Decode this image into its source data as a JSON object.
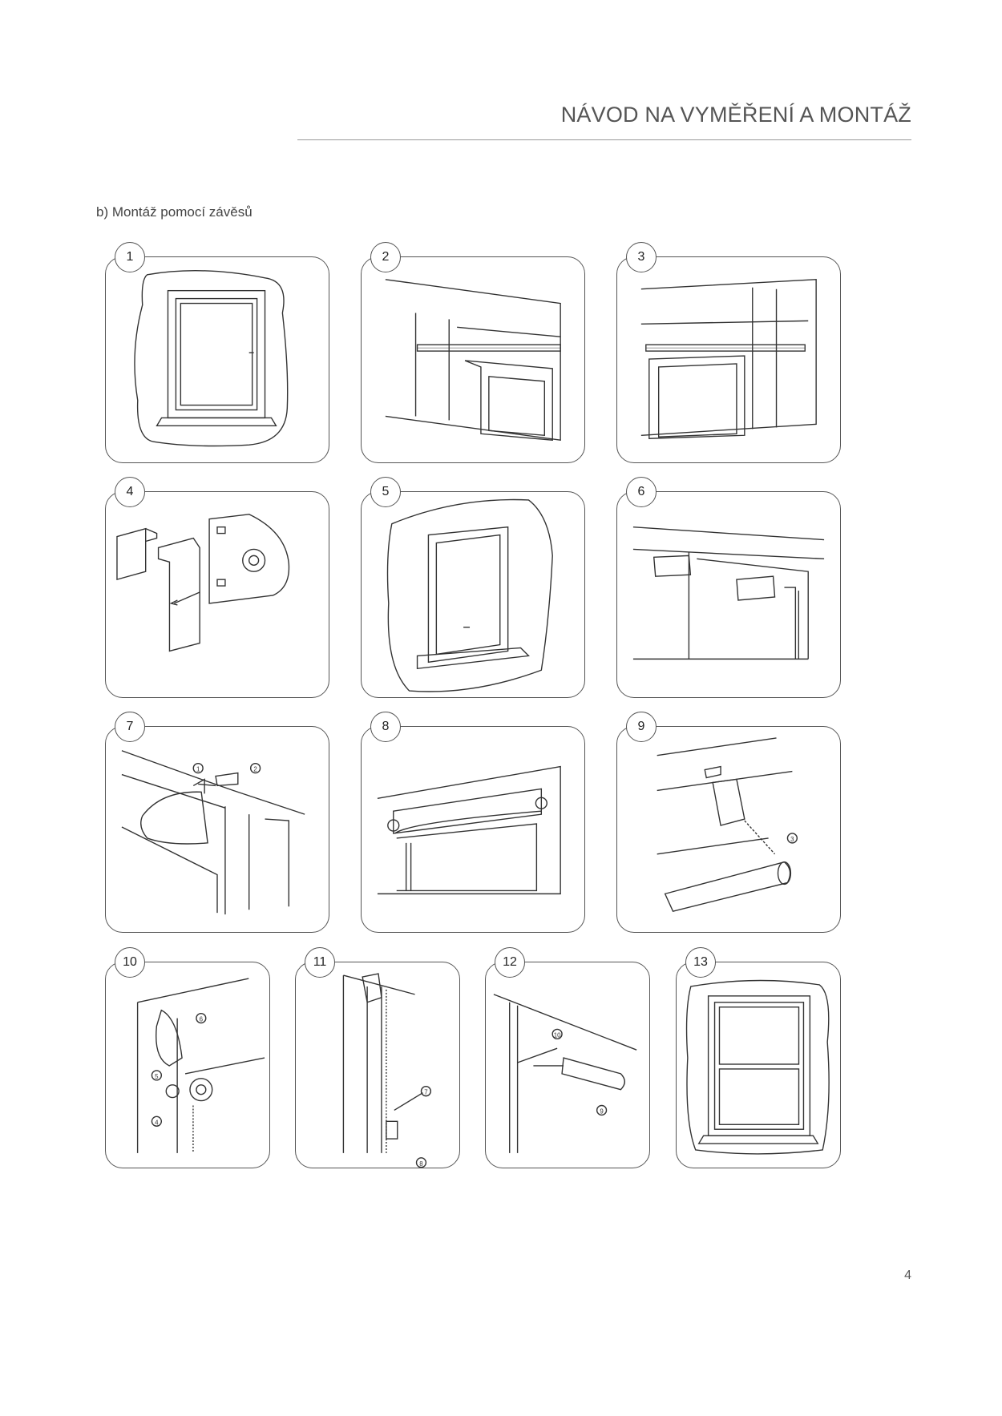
{
  "header": {
    "title": "NÁVOD NA VYMĚŘENÍ A MONTÁŽ"
  },
  "section": {
    "subtitle": "b) Montáž pomocí závěsů"
  },
  "steps": [
    {
      "number": "1",
      "icon": "window-frame-icon"
    },
    {
      "number": "2",
      "icon": "measuring-tape-icon"
    },
    {
      "number": "3",
      "icon": "measuring-tape-icon"
    },
    {
      "number": "4",
      "icon": "bracket-assembly-icon"
    },
    {
      "number": "5",
      "icon": "open-window-icon"
    },
    {
      "number": "6",
      "icon": "bracket-mount-icon"
    },
    {
      "number": "7",
      "icon": "bracket-hook-icon",
      "callouts": [
        "1",
        "2"
      ]
    },
    {
      "number": "8",
      "icon": "roller-blind-icon"
    },
    {
      "number": "9",
      "icon": "roller-tube-icon",
      "callouts": [
        "3"
      ]
    },
    {
      "number": "10",
      "icon": "chain-mechanism-icon",
      "callouts": [
        "6",
        "5",
        "4"
      ]
    },
    {
      "number": "11",
      "icon": "chain-guide-icon",
      "callouts": [
        "7",
        "8"
      ]
    },
    {
      "number": "12",
      "icon": "screwdriver-icon",
      "callouts": [
        "10",
        "9"
      ]
    },
    {
      "number": "13",
      "icon": "finished-blind-icon"
    }
  ],
  "footer": {
    "page_number": "4"
  }
}
